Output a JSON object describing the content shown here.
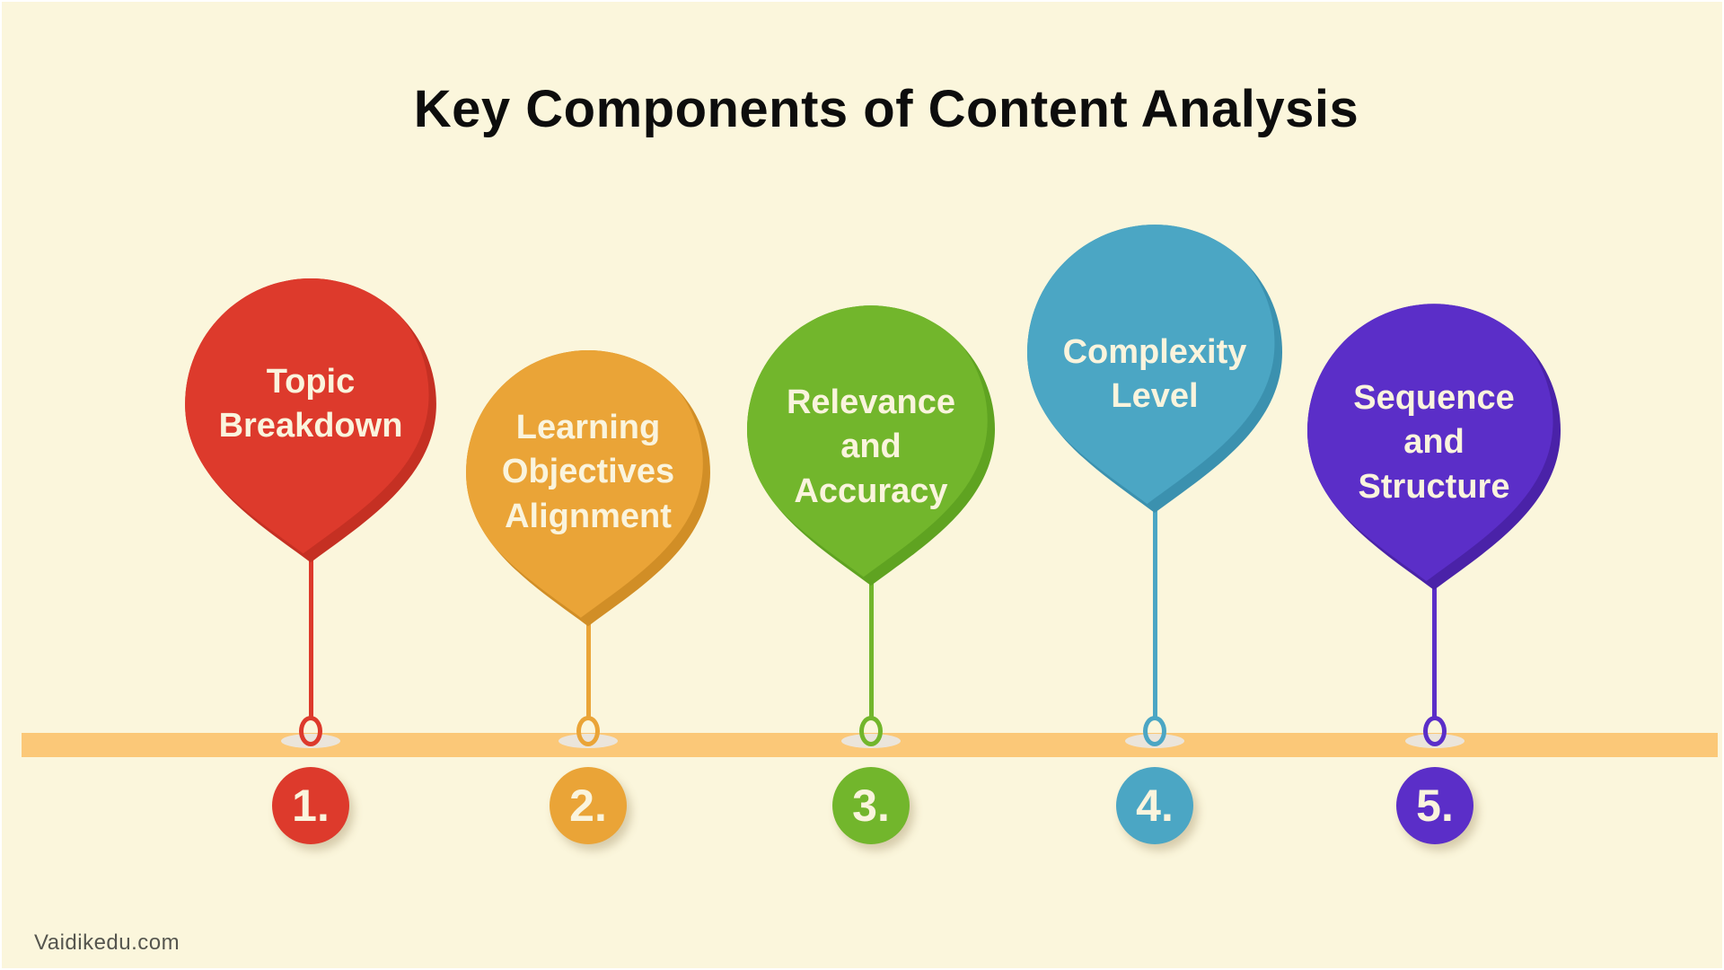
{
  "page": {
    "title": "Key Components of Content Analysis",
    "watermark": "Vaidikedu.com"
  },
  "colors": {
    "background": "#FBF6DC",
    "bar": "#FBC878",
    "title_text": "#0D0D0D",
    "balloon_text": "#FAF4DD",
    "watermark_text": "#55554E"
  },
  "items": [
    {
      "number": "1.",
      "label": "Topic\nBreakdown",
      "color": "#DD3A2C",
      "color_dark": "#C53023"
    },
    {
      "number": "2.",
      "label": "Learning\nObjectives\nAlignment",
      "color": "#EAA437",
      "color_dark": "#D18E26"
    },
    {
      "number": "3.",
      "label": "Relevance\nand\nAccuracy",
      "color": "#72B62C",
      "color_dark": "#5FA321"
    },
    {
      "number": "4.",
      "label": "Complexity\nLevel",
      "color": "#4BA6C4",
      "color_dark": "#3B91AF"
    },
    {
      "number": "5.",
      "label": "Sequence\nand\nStructure",
      "color": "#5B2EC8",
      "color_dark": "#4A22A8"
    }
  ]
}
